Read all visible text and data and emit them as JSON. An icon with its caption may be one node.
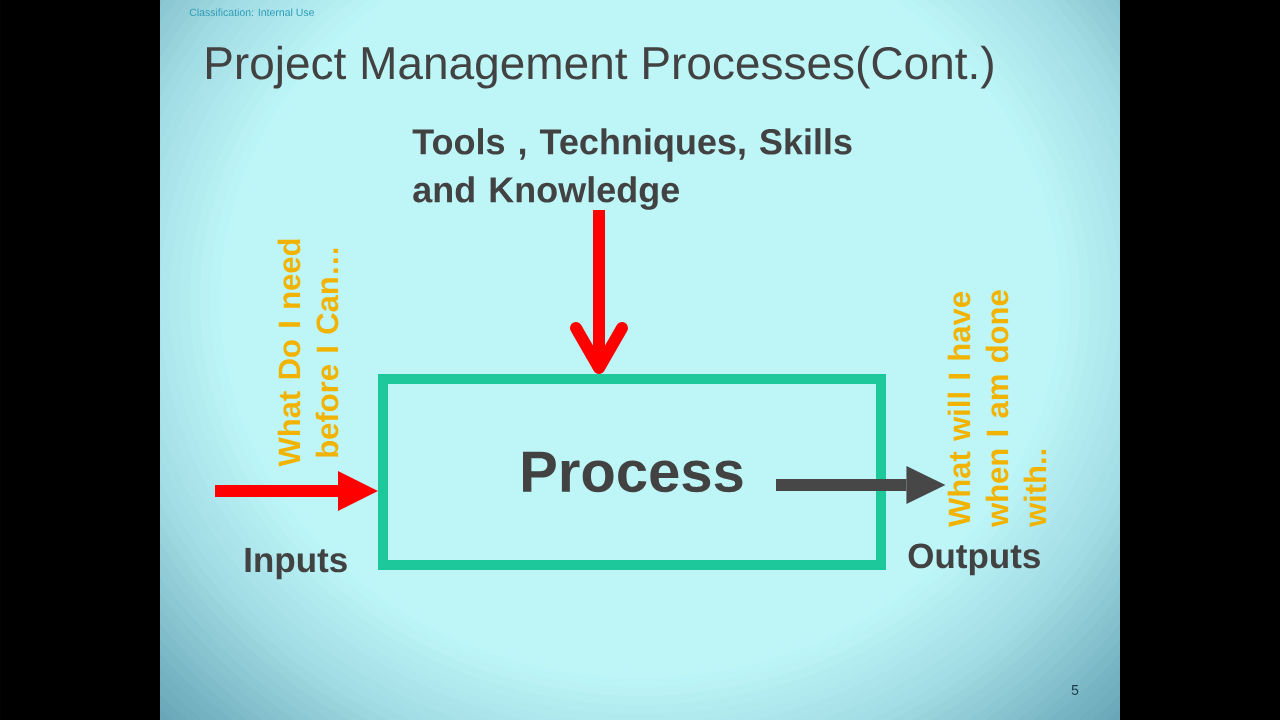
{
  "diagram": {
    "title": "Project Management Processes(Cont.)",
    "nodes": [
      {
        "text": [
          "Tools , Techniques, Skills and Knowledge"
        ]
      },
      {
        "text": [
          "Process"
        ]
      },
      {
        "text": [
          "What will I have when I am done with.."
        ]
      }
    ],
    "edges": [
      {
        "from": 0,
        "to": 1,
        "arrow": "to"
      },
      {
        "from": null,
        "to": 1,
        "arrow": "to"
      },
      {
        "from": 1,
        "to": 2,
        "arrow": "to",
        "color": "#474747"
      }
    ],
    "labels": [
      "Classification: Internal Use",
      "What Do I need before I Can…",
      "Inputs",
      "Outputs",
      "5"
    ]
  }
}
